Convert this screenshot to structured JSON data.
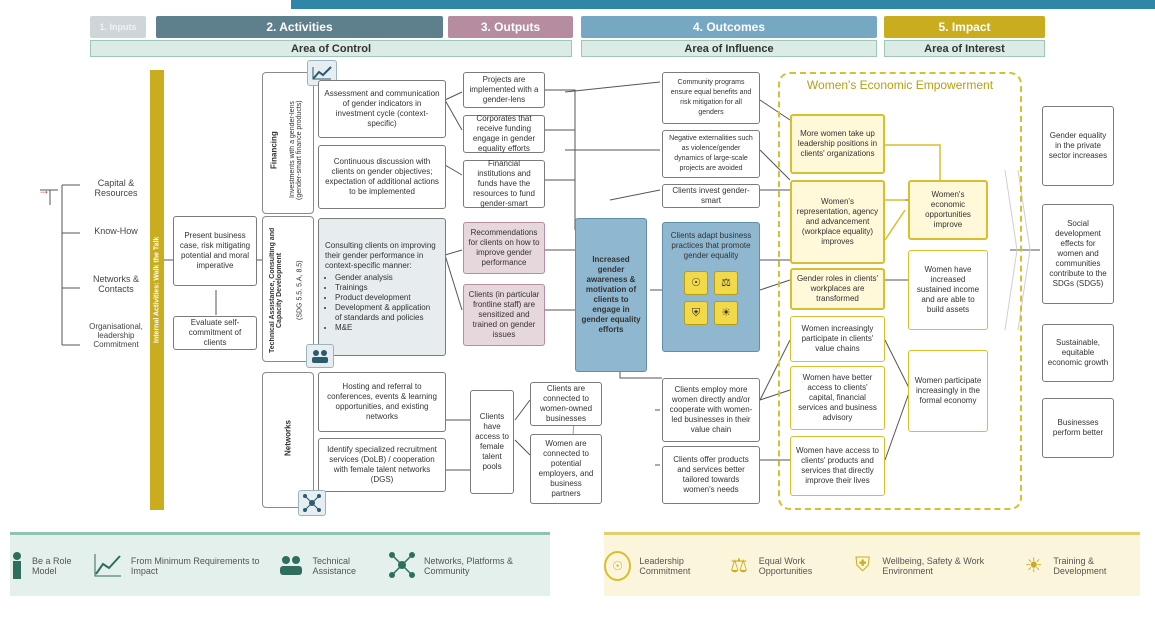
{
  "headers": {
    "inputs": "1. Inputs",
    "activities": "2. Activities",
    "outputs": "3. Outputs",
    "outcomes": "4. Outcomes",
    "impact": "5. Impact"
  },
  "areas": {
    "control": "Area of Control",
    "influence": "Area of Influence",
    "interest": "Area of Interest"
  },
  "inputs": [
    "Capital & Resources",
    "Know-How",
    "Networks & Contacts",
    "Organisational, leadership Commitment"
  ],
  "gold_bar": "Internal Activities: Walk the Talk",
  "pre": {
    "business_case": "Present business case, risk mitigating potential and moral imperative",
    "self_commit": "Evaluate self-commitment of clients"
  },
  "sections": {
    "financing": "Financing",
    "financing_sub": "Investments with a gender-lens (gender-smart finance products)",
    "ta": "Technical Assistance, Consulting and Capacity Development",
    "ta_sub": "(SDG 5.5, 5.A, 8.5)",
    "networks": "Networks"
  },
  "activities": {
    "a1": "Assessment and communication of gender indicators in investment cycle (context-specific)",
    "a2": "Continuous discussion with clients on gender objectives; expectation of additional actions to be implemented",
    "a3": "Consulting clients on improving their gender performance in context-specific manner:",
    "a3_items": [
      "Gender analysis",
      "Trainings",
      "Product development",
      "Development & application of standards and policies",
      "M&E"
    ],
    "a4": "Hosting and referral to conferences, events & learning opportunities, and existing networks",
    "a5": "Identify specialized recruitment services (DoLB) / cooperation with female talent networks (DGS)"
  },
  "outputs": {
    "o1": "Projects are implemented with a gender-lens",
    "o2": "Corporates that receive funding engage in gender equality efforts",
    "o3": "Financial institutions and funds have the resources to fund gender-smart",
    "o4": "Recommendations for clients on how to improve gender performance",
    "o5": "Clients (in particular frontline staff) are sensitized and trained on gender issues",
    "o6": "Increased gender awareness & motivation of clients to engage in gender equality efforts",
    "o7": "Clients have access to female talent pools",
    "o8": "Clients are connected to women-owned businesses",
    "o9": "Women are connected to potential employers, and business partners"
  },
  "outcomes": {
    "c1": "Community programs ensure equal benefits and risk mitigation for all genders",
    "c2": "Negative externalities such as violence/gender dynamics of large-scale projects are avoided",
    "c3": "Clients invest gender-smart",
    "c4": "Clients adapt business practices that promote gender equality",
    "c5": "Clients employ more women directly and/or cooperate with women-led businesses in their value chain",
    "c6": "Clients offer products and services better tailored towards women's needs"
  },
  "wee": {
    "title": "Women's Economic Empowerment",
    "w1": "More women take up leadership positions in clients' organizations",
    "w2": "Women's representation, agency and advancement (workplace equality) improves",
    "w3": "Gender roles in clients' workplaces are transformed",
    "w4": "Women increasingly participate in clients' value chains",
    "w5": "Women have better access to clients' capital, financial services and business advisory",
    "w6": "Women have access to clients' products and services that directly improve their lives",
    "r1": "Women's economic opportunities improve",
    "r2": "Women have increased sustained income and are able to build assets",
    "r3": "Women participate increasingly in the formal economy"
  },
  "impact": [
    "Gender equality in the private sector increases",
    "Social development effects for women and communities contribute to the SDGs (SDG5)",
    "Sustainable, equitable economic growth",
    "Businesses perform better"
  ],
  "footer_left": [
    {
      "icon": "person-icon",
      "label": "Be a Role Model"
    },
    {
      "icon": "trend-chart-icon",
      "label": "From Minimum Requirements to Impact"
    },
    {
      "icon": "people-icon",
      "label": "Technical Assistance"
    },
    {
      "icon": "network-icon",
      "label": "Networks, Platforms & Community"
    }
  ],
  "footer_right": [
    {
      "icon": "compass-icon",
      "label": "Leadership Commitment"
    },
    {
      "icon": "scales-icon",
      "label": "Equal Work Opportunities"
    },
    {
      "icon": "shield-icon",
      "label": "Wellbeing, Safety & Work Environment"
    },
    {
      "icon": "sun-icon",
      "label": "Training & Development"
    }
  ],
  "colors": {
    "activities": "#5e7f8c",
    "outputs": "#b58ca0",
    "outcomes": "#76a8c4",
    "impact": "#c9ad1e",
    "inputs": "#cfd6da"
  }
}
